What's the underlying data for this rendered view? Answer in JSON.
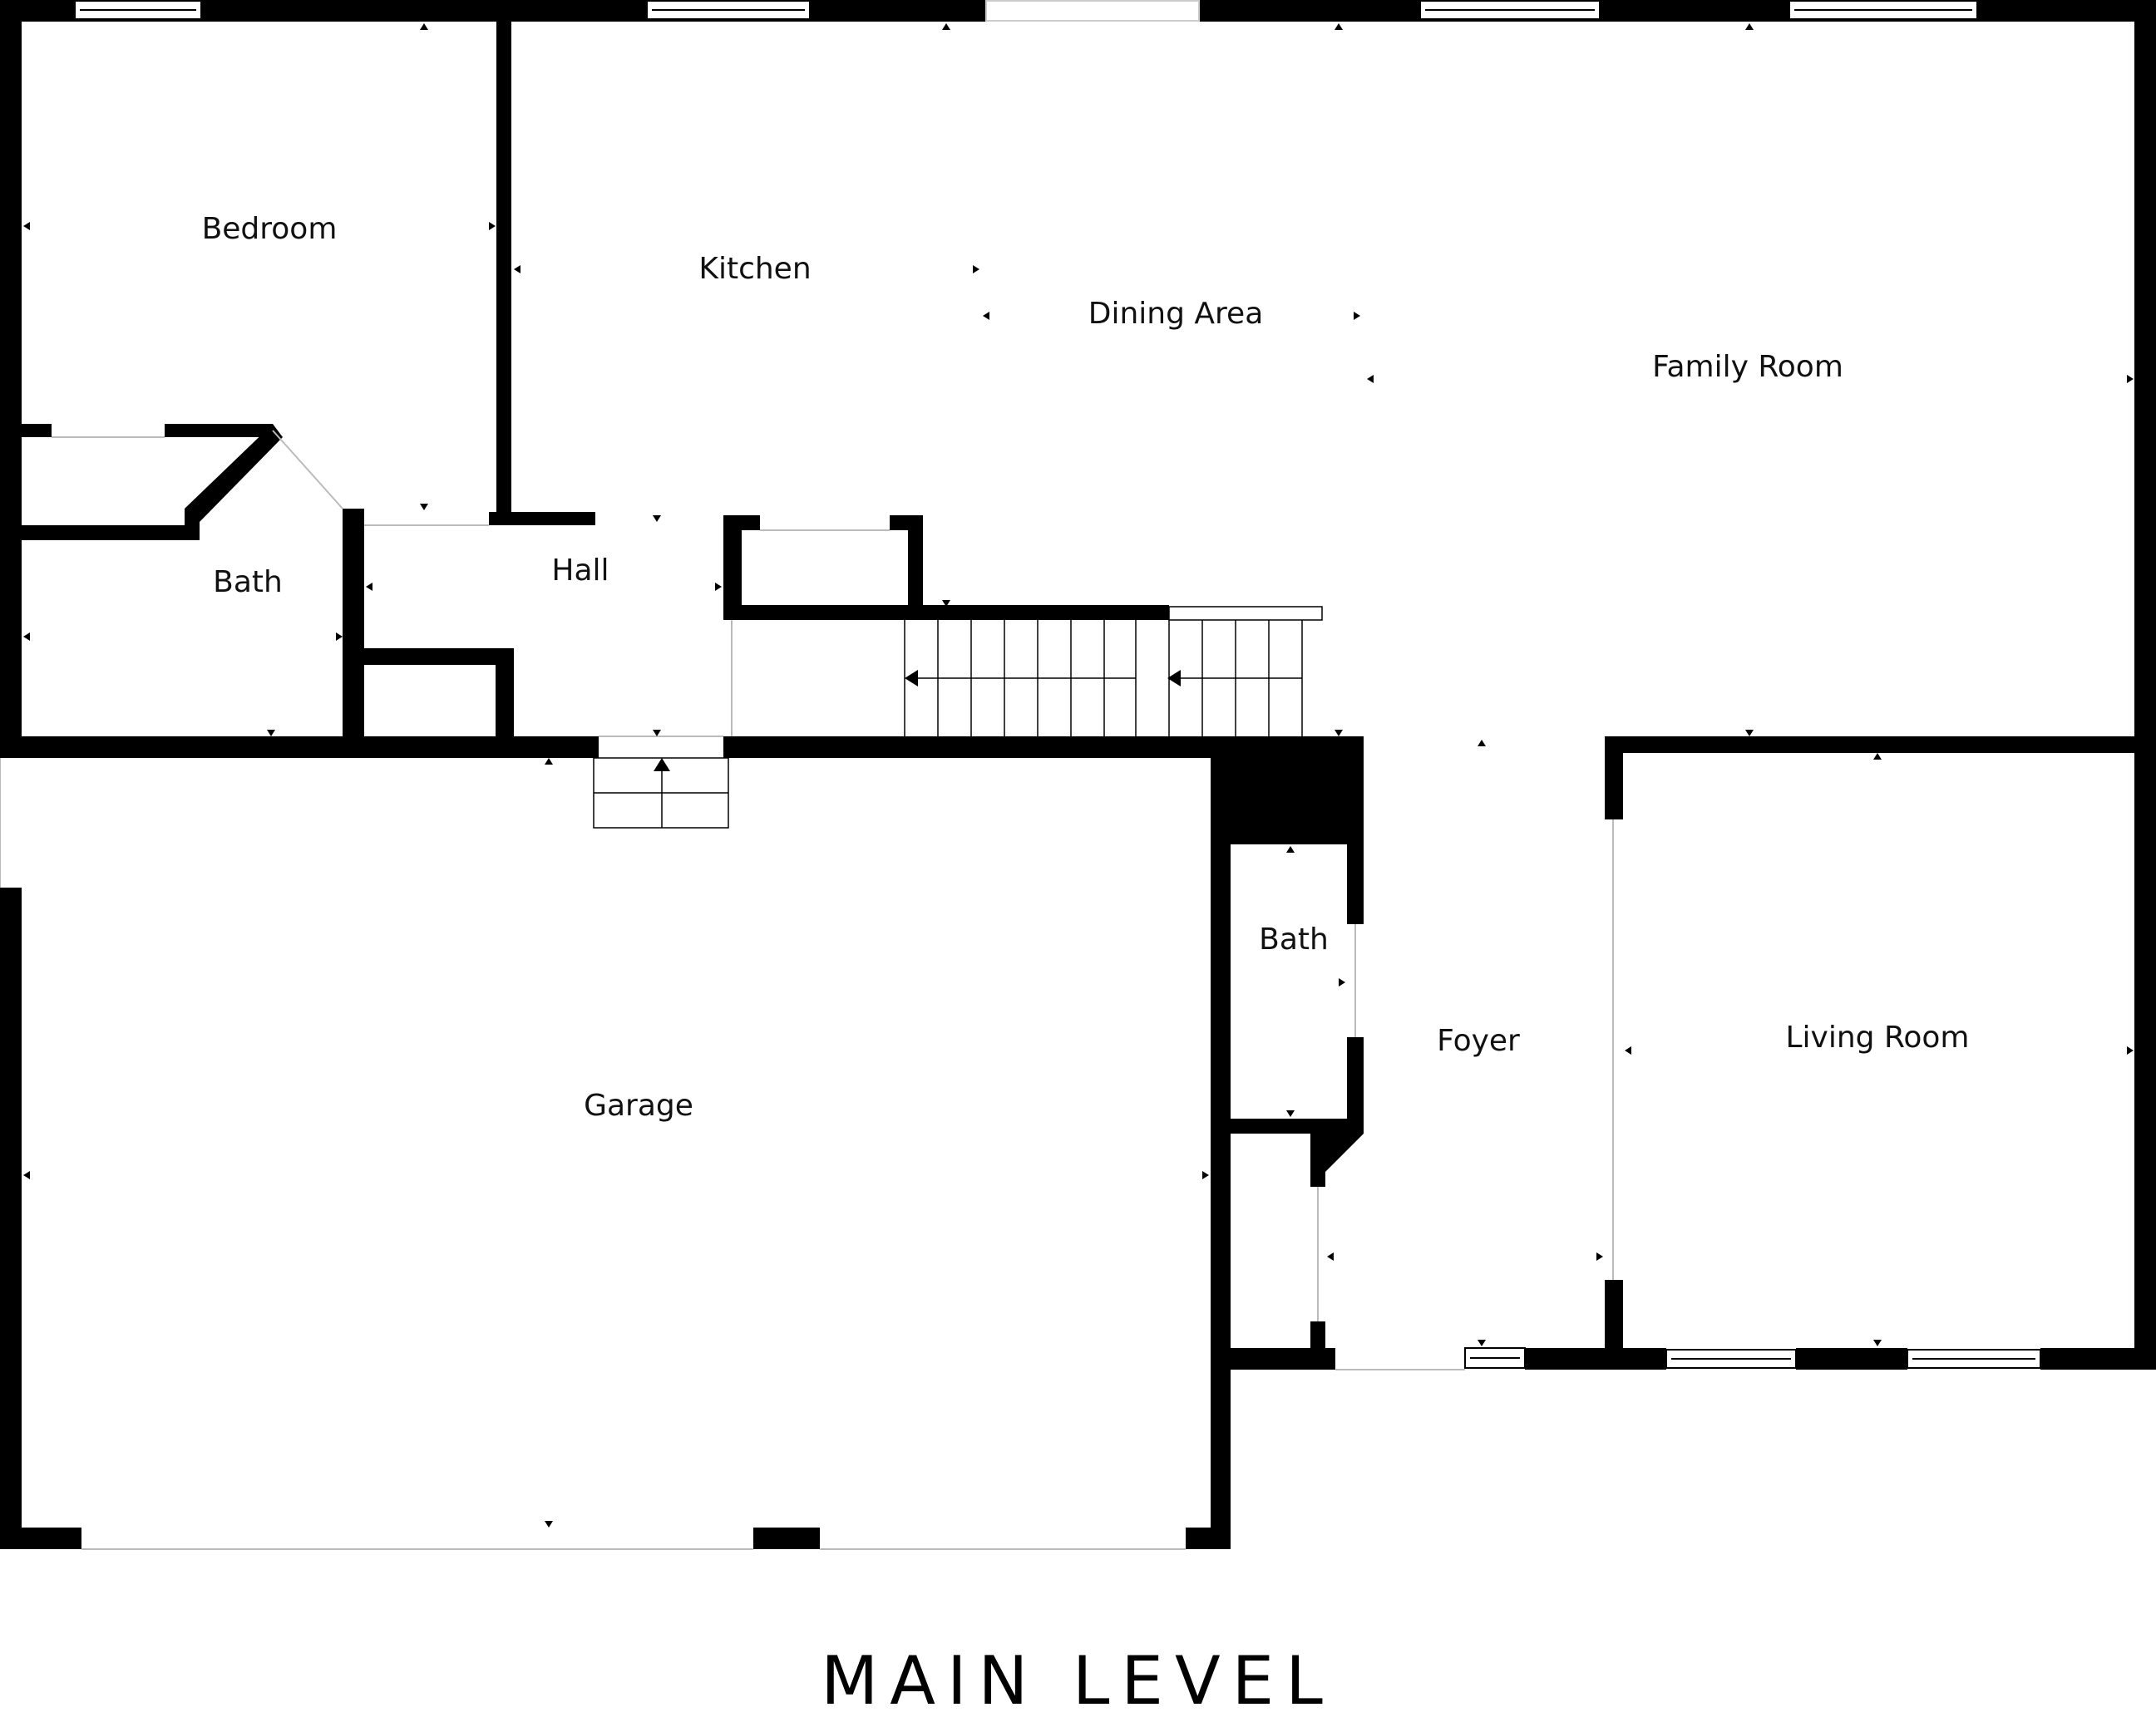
{
  "plan": {
    "title": "MAIN LEVEL",
    "wall_color": "#000000",
    "background_color": "#ffffff",
    "rooms": [
      {
        "id": "bedroom",
        "label": "Bedroom"
      },
      {
        "id": "kitchen",
        "label": "Kitchen"
      },
      {
        "id": "dining",
        "label": "Dining Area"
      },
      {
        "id": "family",
        "label": "Family Room"
      },
      {
        "id": "bath-upper",
        "label": "Bath"
      },
      {
        "id": "hall",
        "label": "Hall"
      },
      {
        "id": "bath-lower",
        "label": "Bath"
      },
      {
        "id": "foyer",
        "label": "Foyer"
      },
      {
        "id": "living",
        "label": "Living Room"
      },
      {
        "id": "garage",
        "label": "Garage"
      }
    ]
  }
}
